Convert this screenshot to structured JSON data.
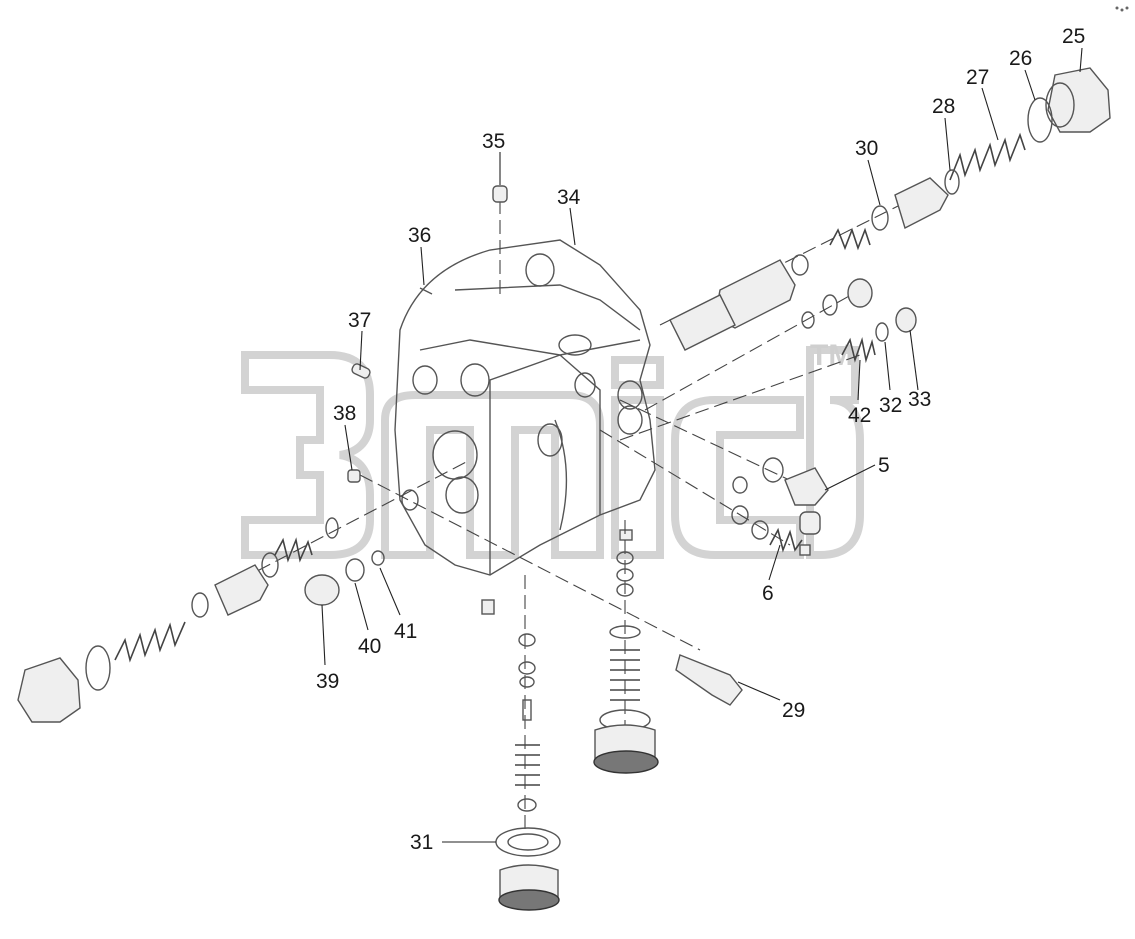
{
  "callouts": [
    "25",
    "26",
    "27",
    "28",
    "30",
    "35",
    "34",
    "36",
    "37",
    "38",
    "42",
    "32",
    "33",
    "5",
    "6",
    "39",
    "40",
    "41",
    "29",
    "31"
  ],
  "watermark": {
    "trademark": "TM"
  },
  "colors": {
    "line": "#555555",
    "watermark": "#d3d3d3",
    "text": "#1a1a1a"
  }
}
